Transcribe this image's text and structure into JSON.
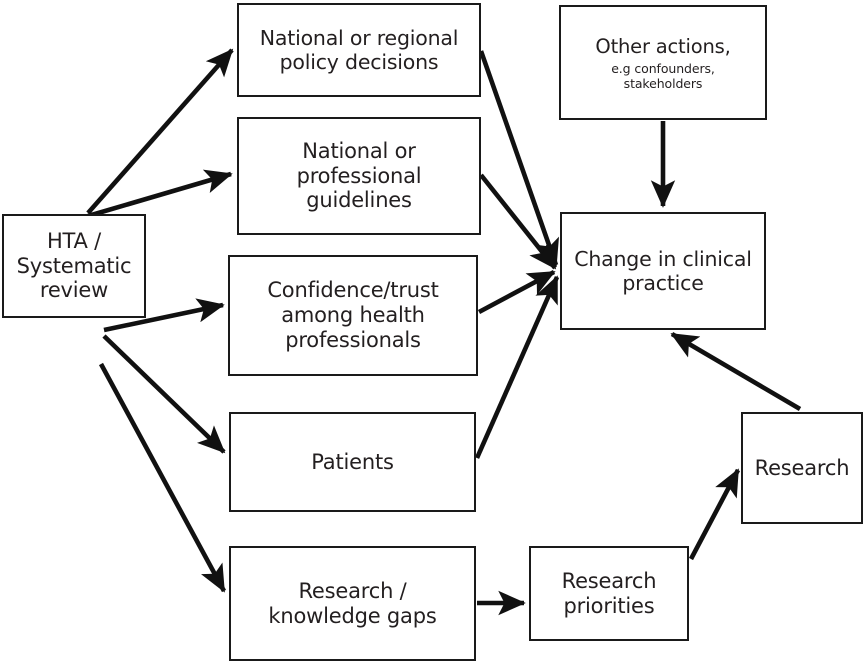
{
  "diagram": {
    "type": "flowchart",
    "background_color": "#ffffff",
    "stroke_color": "#1a1a1a",
    "text_color": "#231f20",
    "nodes": [
      {
        "id": "hta",
        "label": "HTA /\nSystematic\nreview"
      },
      {
        "id": "policy",
        "label": "National or regional\npolicy decisions"
      },
      {
        "id": "guidelines",
        "label": "National or\nprofessional\nguidelines"
      },
      {
        "id": "confidence",
        "label": "Confidence/trust\namong health\nprofessionals"
      },
      {
        "id": "patients",
        "label": "Patients"
      },
      {
        "id": "gaps",
        "label": "Research /\nknowledge gaps"
      },
      {
        "id": "other_actions",
        "label": "Other actions,",
        "sub_label": "e.g confounders,\nstakeholders"
      },
      {
        "id": "change",
        "label": "Change in clinical\npractice"
      },
      {
        "id": "priorities",
        "label": "Research\npriorities"
      },
      {
        "id": "research",
        "label": "Research"
      }
    ],
    "edges": [
      {
        "from": "hta",
        "to": "policy"
      },
      {
        "from": "hta",
        "to": "guidelines"
      },
      {
        "from": "hta",
        "to": "confidence"
      },
      {
        "from": "hta",
        "to": "patients"
      },
      {
        "from": "hta",
        "to": "gaps"
      },
      {
        "from": "policy",
        "to": "change"
      },
      {
        "from": "guidelines",
        "to": "change"
      },
      {
        "from": "confidence",
        "to": "change"
      },
      {
        "from": "patients",
        "to": "change"
      },
      {
        "from": "other_actions",
        "to": "change"
      },
      {
        "from": "gaps",
        "to": "priorities"
      },
      {
        "from": "priorities",
        "to": "research"
      },
      {
        "from": "research",
        "to": "change"
      }
    ]
  }
}
